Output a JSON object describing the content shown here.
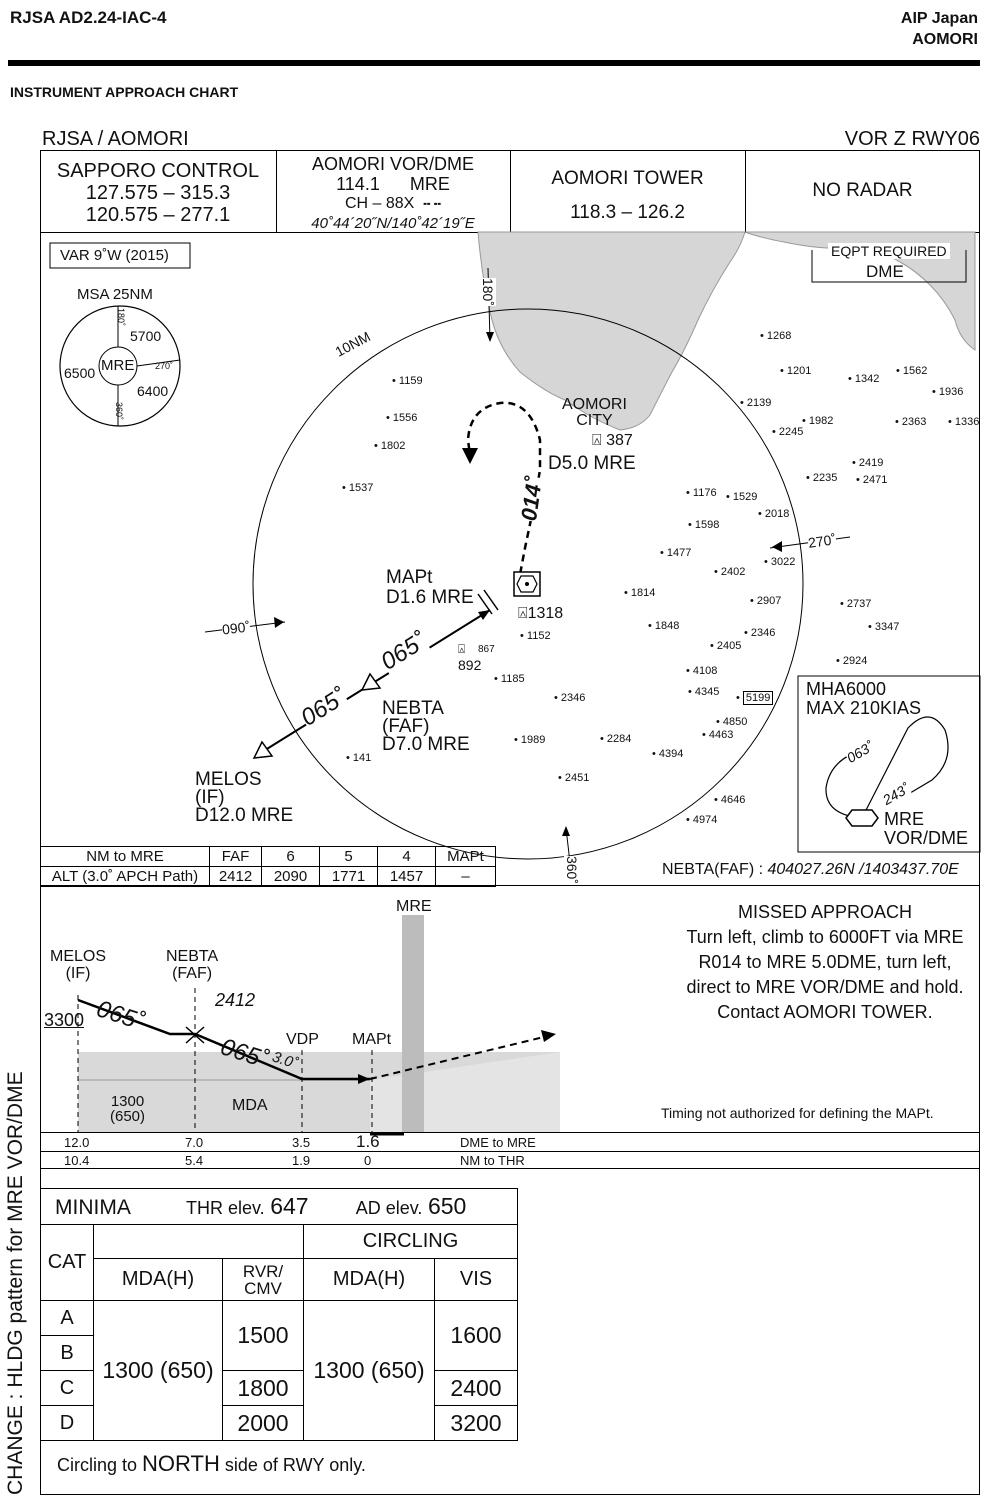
{
  "header": {
    "doc_id": "RJSA AD2.24-IAC-4",
    "publisher": "AIP Japan",
    "city": "AOMORI",
    "chart_type": "INSTRUMENT APPROACH CHART"
  },
  "chart": {
    "airport": "RJSA / AOMORI",
    "procedure": "VOR Z RWY06"
  },
  "comms": {
    "sapporo_name": "SAPPORO  CONTROL",
    "sapporo_freq1": "127.575 – 315.3",
    "sapporo_freq2": "120.575 – 277.1",
    "vor_name": "AOMORI  VOR/DME",
    "vor_freq": "114.1",
    "vor_ident": "MRE",
    "vor_channel": "CH – 88X",
    "vor_coords": "40˚44´20˝N/140˚42´19˝E",
    "tower_name": "AOMORI  TOWER",
    "tower_freq": "118.3 – 126.2",
    "radar": "NO  RADAR"
  },
  "plan": {
    "var": "VAR 9˚W (2015)",
    "eqpt_title": "EQPT REQUIRED",
    "eqpt_value": "DME",
    "msa_title": "MSA 25NM",
    "msa_center": "MRE",
    "msa_5700": "5700",
    "msa_6500": "6500",
    "msa_6400": "6400",
    "msa_180": "180˚",
    "msa_270": "270˚",
    "msa_360": "360˚",
    "ring_label": "10NM",
    "radial_180": "180˚",
    "radial_270": "270˚",
    "radial_090": "090˚",
    "radial_360": "360˚",
    "city": "AOMORI",
    "city2": "CITY",
    "obst_387": "387",
    "d5": "D5.0 MRE",
    "course_014": "014˚",
    "mapt_label": "MAPt",
    "mapt_dist": "D1.6 MRE",
    "obst_1318": "1318",
    "course_065": "065˚",
    "nebta": "NEBTA",
    "faf": "(FAF)",
    "nebta_dist": "D7.0 MRE",
    "melos": "MELOS",
    "if": "(IF)",
    "melos_dist": "D12.0 MRE",
    "obst_892": "892",
    "obst_867": "867",
    "hold_mha": "MHA6000",
    "hold_speed": "MAX 210KIAS",
    "hold_inbound": "063˚",
    "hold_outbound": "243˚",
    "hold_fix": "MRE",
    "hold_fix2": "VOR/DME",
    "nebta_coords_label": "NEBTA(FAF) : ",
    "nebta_coords": "404027.26N /1403437.70E",
    "spot_heights": [
      "1268",
      "1201",
      "1562",
      "1342",
      "1936",
      "2139",
      "1982",
      "2245",
      "2363",
      "1336",
      "2419",
      "2235",
      "2471",
      "1159",
      "1556",
      "1802",
      "1537",
      "1176",
      "1529",
      "2018",
      "1598",
      "1477",
      "3022",
      "2402",
      "1814",
      "2907",
      "2737",
      "1848",
      "2346",
      "3347",
      "2405",
      "1152",
      "2924",
      "4108",
      "4345",
      "5199",
      "1185",
      "4850",
      "4463",
      "2346",
      "1989",
      "2284",
      "4394",
      "141",
      "2451",
      "4646",
      "4974"
    ]
  },
  "dist_table": {
    "h0": "NM to MRE",
    "h1": "FAF",
    "h2": "6",
    "h3": "5",
    "h4": "4",
    "h5": "MAPt",
    "r0": "ALT (3.0˚ APCH Path)",
    "r1": "2412",
    "r2": "2090",
    "r3": "1771",
    "r4": "1457",
    "r5": "–"
  },
  "profile": {
    "mre": "MRE",
    "melos": "MELOS",
    "if": "(IF)",
    "nebta": "NEBTA",
    "faf": "(FAF)",
    "alt_3300": "3300",
    "alt_2412": "2412",
    "course1": "065˚",
    "course2": "065˚",
    "path": "3.0˚",
    "vdp": "VDP",
    "mapt": "MAPt",
    "mda_val": "1300",
    "mda_h": "(650)",
    "mda_label": "MDA",
    "d12": "12.0",
    "d7": "7.0",
    "d35": "3.5",
    "d16": "1.6",
    "n104": "10.4",
    "n54": "5.4",
    "n19": "1.9",
    "n0": "0",
    "dme_label": "DME to MRE",
    "nm_label": "NM to THR",
    "timing": "Timing not authorized for defining the MAPt."
  },
  "missed": {
    "title": "MISSED APPROACH",
    "l1": "Turn left, climb to 6000FT via MRE",
    "l2": "R014 to MRE 5.0DME, turn left,",
    "l3": "direct to MRE VOR/DME and hold.",
    "l4": "Contact  AOMORI  TOWER."
  },
  "minima": {
    "title": "MINIMA",
    "thr_label": "THR elev.",
    "thr_val": "647",
    "ad_label": "AD elev.",
    "ad_val": "650",
    "circling": "CIRCLING",
    "cat": "CAT",
    "mda_h": "MDA(H)",
    "rvr": "RVR/",
    "cmv": "CMV",
    "mda_h2": "MDA(H)",
    "vis": "VIS",
    "cats": [
      "A",
      "B",
      "C",
      "D"
    ],
    "straight_mda": "1300 (650)",
    "rvr_ab": "1500",
    "rvr_c": "1800",
    "rvr_d": "2000",
    "circ_mda": "1300 (650)",
    "vis_ab": "1600",
    "vis_c": "2400",
    "vis_d": "3200",
    "note_a": "Circling to ",
    "note_b": "NORTH",
    "note_c": " side of RWY only."
  },
  "side_note": "CHANGE : HLDG pattern for MRE VOR/DME"
}
